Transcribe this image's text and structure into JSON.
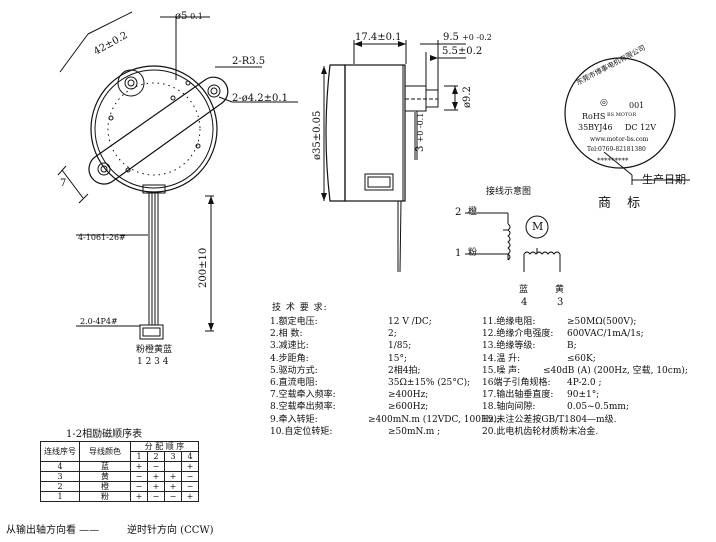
{
  "front_view": {
    "dim_shaft_dia": "ø5",
    "dim_shaft_tol": "-0.1",
    "dim_diag": "42±0.2",
    "dim_mount_r": "2-R3.5",
    "dim_hole": "2-ø4.2±0.1",
    "dim_7": "7",
    "dim_cable": "4-1061-26#",
    "dim_len": "200±10",
    "dim_connector": "2.0-4P4#",
    "wire_colors": "粉橙黄蓝",
    "pin_numbers": "1 2 3 4"
  },
  "side_view": {
    "dim_174": "17.4±0.1",
    "dim_95": "9.5",
    "dim_95_tol": "+0 -0.2",
    "dim_55": "5.5±0.2",
    "dim_dia35": "ø35±0.05",
    "dim_dia92": "ø9.2",
    "dim_3": "3",
    "dim_3_tol": "+0 -0.1"
  },
  "label": {
    "rohs": "RoHS",
    "model": "35BYJ46",
    "voltage": "DC 12V",
    "serial": "001",
    "company": "东莞市博事电机有限公司",
    "brand": "BS MOTOR",
    "website": "www.motor-bs.com",
    "tel": "Tel:0769-82181380",
    "marks": "*********",
    "date_label": "生产日期",
    "trademark": "商 标"
  },
  "wiring": {
    "title": "接线示意图",
    "motor": "M",
    "l2": "2",
    "c2": "橙",
    "l1": "1",
    "c1": "粉",
    "blue": "蓝",
    "yellow": "黄",
    "n4": "4",
    "n3": "3"
  },
  "specs": {
    "title": "技 术 要 求:",
    "left": [
      {
        "k": "1.额定电压:",
        "v": "12 V /DC;"
      },
      {
        "k": "2.相    数:",
        "v": "2;"
      },
      {
        "k": "3.减速比:",
        "v": "1/85;"
      },
      {
        "k": "4.步距角:",
        "v": "15°;"
      },
      {
        "k": "5.驱动方式:",
        "v": "2相4拍;"
      },
      {
        "k": "6.直流电阻:",
        "v": "35Ω±15% (25°C);"
      },
      {
        "k": "7.空载牵入频率:",
        "v": "≥400Hz;"
      },
      {
        "k": "8.空载牵出频率:",
        "v": "≥600Hz;"
      },
      {
        "k": "9.牵入转矩:",
        "v": "≥400mN.m (12VDC, 100Hz);"
      },
      {
        "k": "10.自定位转矩:",
        "v": "≥50mN.m     ;"
      }
    ],
    "right": [
      {
        "k": "11.绝缘电阻:",
        "v": "≥50MΩ(500V);"
      },
      {
        "k": "12.绝缘介电强度:",
        "v": "600VAC/1mA/1s;"
      },
      {
        "k": "13.绝缘等级:",
        "v": "B;"
      },
      {
        "k": "14.温   升:",
        "v": "≤60K;"
      },
      {
        "k": "15.噪   声:",
        "v": "≤40dB (A) (200Hz, 空载, 10cm);"
      },
      {
        "k": "16端子引角规格:",
        "v": "4P-2.0 ;"
      },
      {
        "k": "17.输出轴垂直度:",
        "v": "90±1°;"
      },
      {
        "k": "18.轴向间隙:",
        "v": "0.05~0.5mm;"
      },
      {
        "k": "19.未注公差按GB/T1804—m级.",
        "v": ""
      },
      {
        "k": "20.此电机齿轮材质粉末冶金.",
        "v": ""
      }
    ]
  },
  "sequence": {
    "title": "1-2相励磁顺序表",
    "h_seq": "连线序号",
    "h_color": "导线颜色",
    "h_dist": "分 配 顺 序",
    "steps": [
      "1",
      "2",
      "3",
      "4"
    ],
    "rows": [
      {
        "n": "4",
        "c": "蓝",
        "v": [
          "+",
          "−",
          "",
          "+"
        ]
      },
      {
        "n": "3",
        "c": "黄",
        "v": [
          "−",
          "+",
          "+",
          "−"
        ]
      },
      {
        "n": "2",
        "c": "橙",
        "v": [
          "−",
          "+",
          "+",
          "−"
        ]
      },
      {
        "n": "1",
        "c": "粉",
        "v": [
          "+",
          "−",
          "−",
          "+"
        ]
      }
    ]
  },
  "footer": {
    "view": "从输出轴方向看 ——",
    "ccw": "逆时针方向 (CCW)"
  }
}
